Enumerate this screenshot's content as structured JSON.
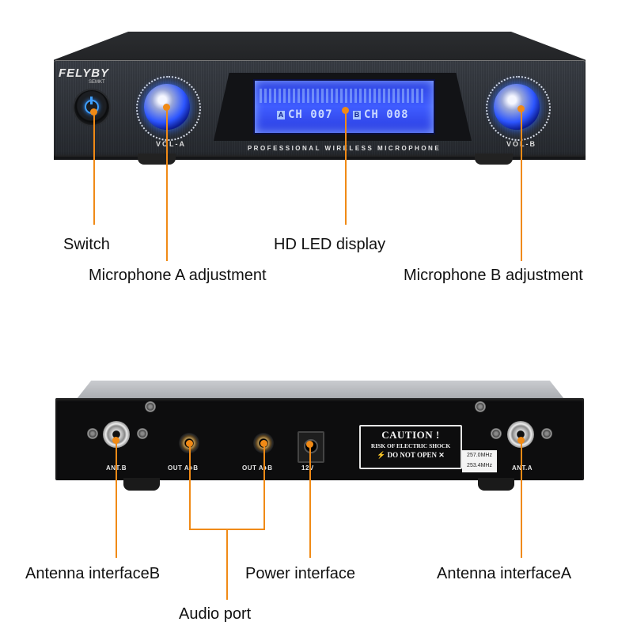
{
  "front": {
    "brand": "FELYBY",
    "brand_sub": "SEMKT",
    "vol_a": "VOL-A",
    "vol_b": "VOL-B",
    "display_a_tag": "A",
    "display_a": "CH 007",
    "display_b_tag": "B",
    "display_b": "CH 008",
    "caption": "PROFESSIONAL WIRELESS MICROPHONE"
  },
  "rear": {
    "ant_b": "ANT.B",
    "out_1": "OUT A+B",
    "out_2": "OUT A+B",
    "power": "12V",
    "ant_a": "ANT.A",
    "caution_title": "CAUTION !",
    "caution_line1": "RISK OF ELECTRIC SHOCK",
    "caution_line2": "DO NOT OPEN",
    "freq_1": "257.0MHz",
    "freq_2": "253.4MHz"
  },
  "labels": {
    "switch": "Switch",
    "display": "HD LED display",
    "mic_a": "Microphone A adjustment",
    "mic_b": "Microphone B adjustment",
    "antenna_b": "Antenna interfaceB",
    "power": "Power interface",
    "antenna_a": "Antenna interfaceA",
    "audio": "Audio port"
  },
  "colors": {
    "callout": "#f08a16",
    "display_blue": "#3f5cff",
    "power_led": "#3fa0ff"
  }
}
